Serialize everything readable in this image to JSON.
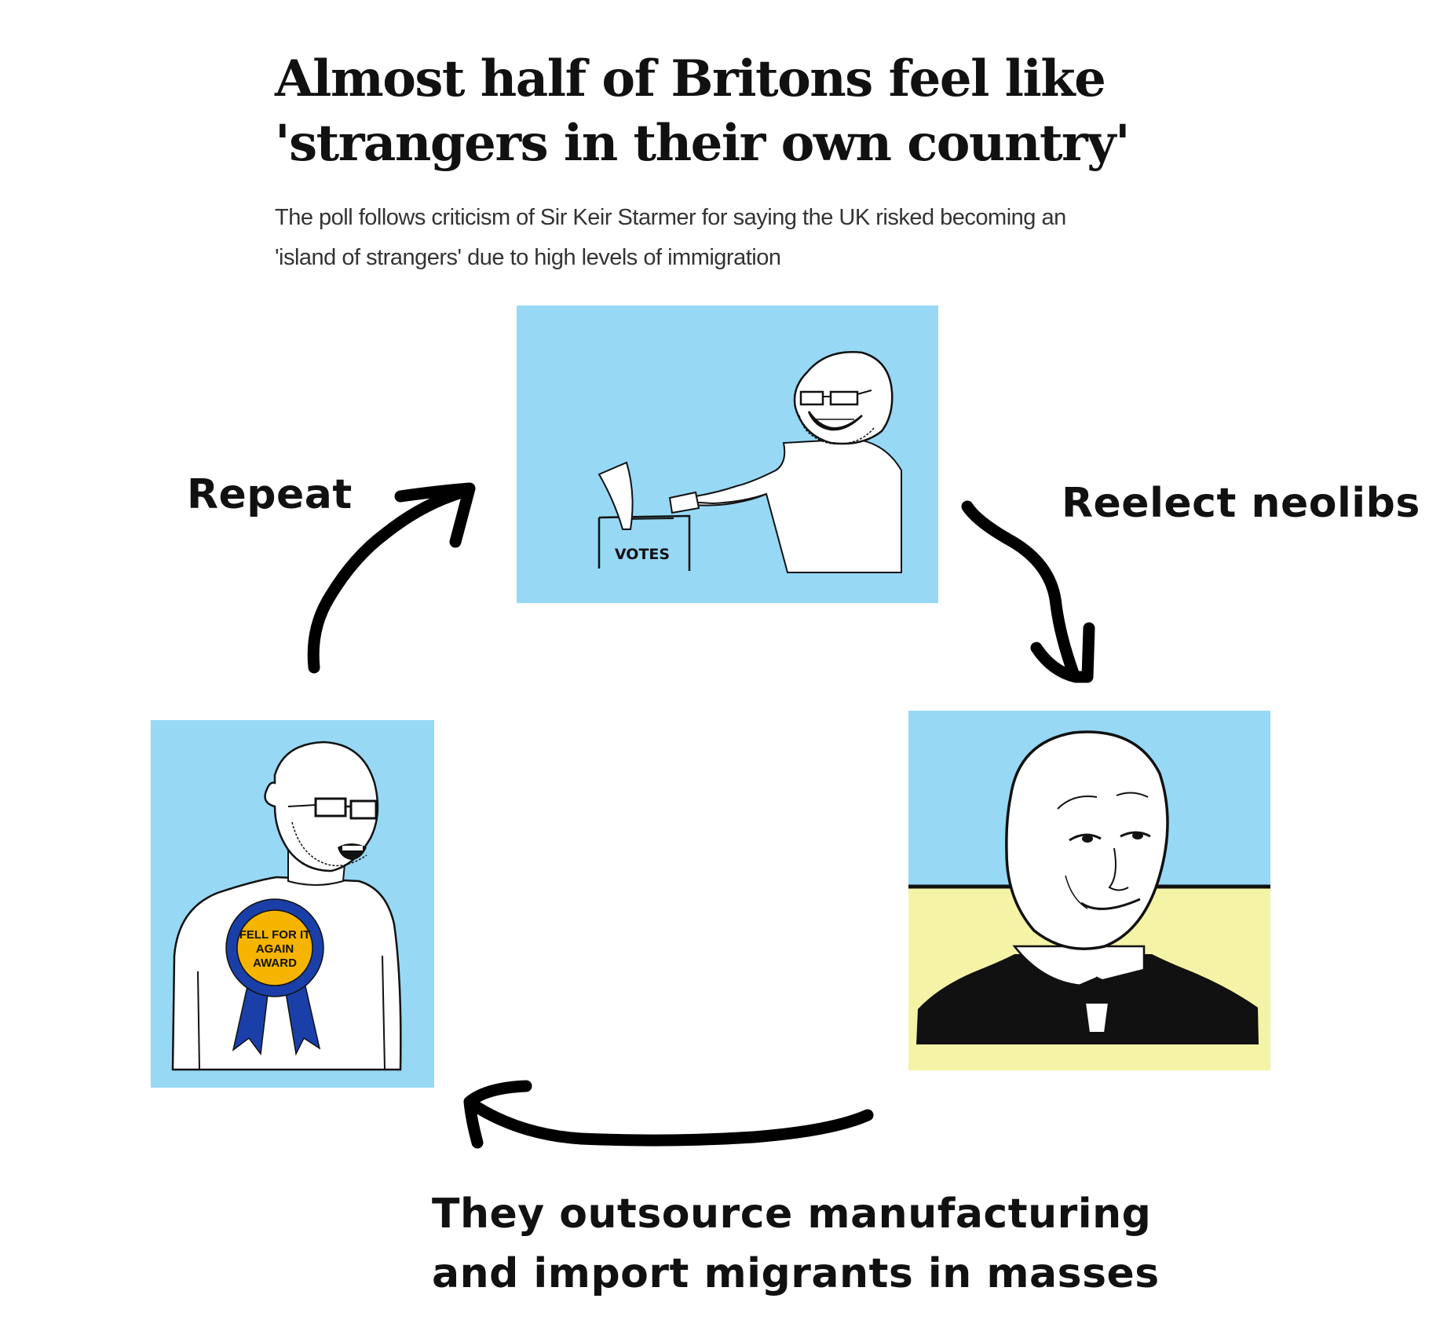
{
  "article": {
    "headline_line1": "Almost half of Britons feel like",
    "headline_line2": "'strangers in their own country'",
    "subheading_line1": "The poll follows criticism of Sir Keir Starmer for saying the UK risked becoming an",
    "subheading_line2": "'island of strangers' due to high levels of immigration"
  },
  "panels": {
    "vote": {
      "box_label": "VOTES",
      "background": "#97d8f5"
    },
    "cheer": {
      "badge_line1": "FELL FOR IT",
      "badge_line2": "AGAIN",
      "badge_line3": "AWARD",
      "background": "#97d8f5",
      "rosette_color": "#1a3fa8",
      "badge_color": "#f5b400"
    },
    "neolib": {
      "sky_color": "#97d8f5",
      "ground_color": "#f5f3a6"
    }
  },
  "cycle": {
    "step_reelect": "Reelect neolibs",
    "step_outsource_line1": "They outsource manufacturing",
    "step_outsource_line2": "and import migrants in masses",
    "step_repeat": "Repeat"
  }
}
